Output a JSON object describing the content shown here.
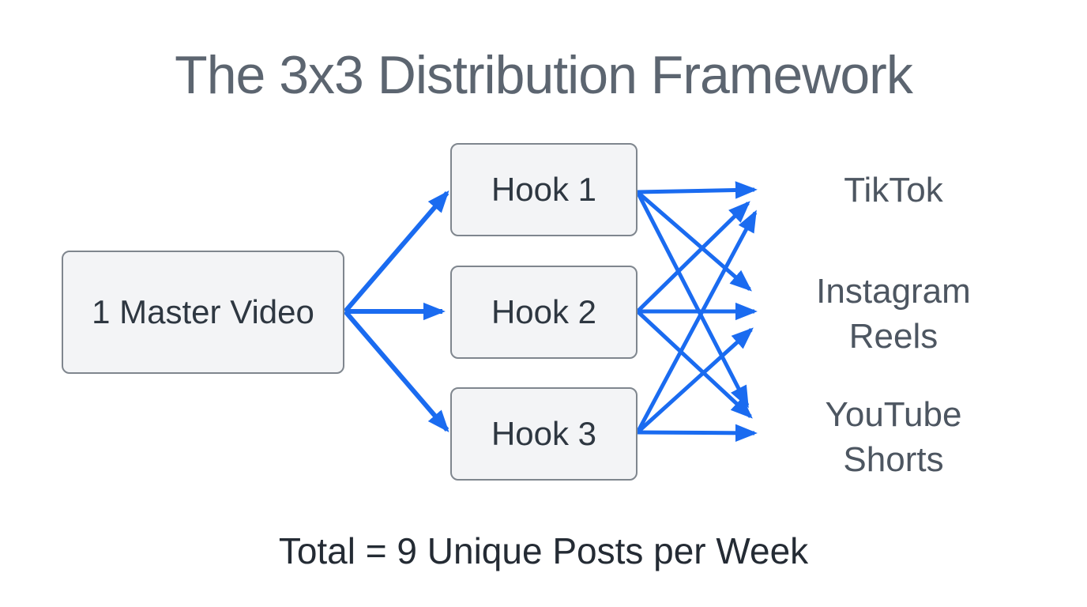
{
  "title": "The 3x3 Distribution Framework",
  "footer": "Total = 9 Unique Posts per Week",
  "nodes": {
    "master": {
      "label": "1 Master Video"
    },
    "hook1": {
      "label": "Hook 1"
    },
    "hook2": {
      "label": "Hook 2"
    },
    "hook3": {
      "label": "Hook 3"
    },
    "tiktok": {
      "label": "TikTok"
    },
    "instagram": {
      "label": "Instagram Reels"
    },
    "youtube": {
      "label": "YouTube Shorts"
    }
  },
  "edges": [
    {
      "from": "master",
      "to": "hook1"
    },
    {
      "from": "master",
      "to": "hook2"
    },
    {
      "from": "master",
      "to": "hook3"
    },
    {
      "from": "hook1",
      "to": "tiktok"
    },
    {
      "from": "hook1",
      "to": "instagram"
    },
    {
      "from": "hook1",
      "to": "youtube"
    },
    {
      "from": "hook2",
      "to": "tiktok"
    },
    {
      "from": "hook2",
      "to": "instagram"
    },
    {
      "from": "hook2",
      "to": "youtube"
    },
    {
      "from": "hook3",
      "to": "tiktok"
    },
    {
      "from": "hook3",
      "to": "instagram"
    },
    {
      "from": "hook3",
      "to": "youtube"
    }
  ],
  "colors": {
    "arrow": "#1a6bf0",
    "box_fill": "#f3f4f6",
    "box_border": "#7f868e",
    "title_text": "#5c6570",
    "node_text": "#2e3741",
    "platform_text": "#4d5661",
    "footer_text": "#242b34"
  }
}
